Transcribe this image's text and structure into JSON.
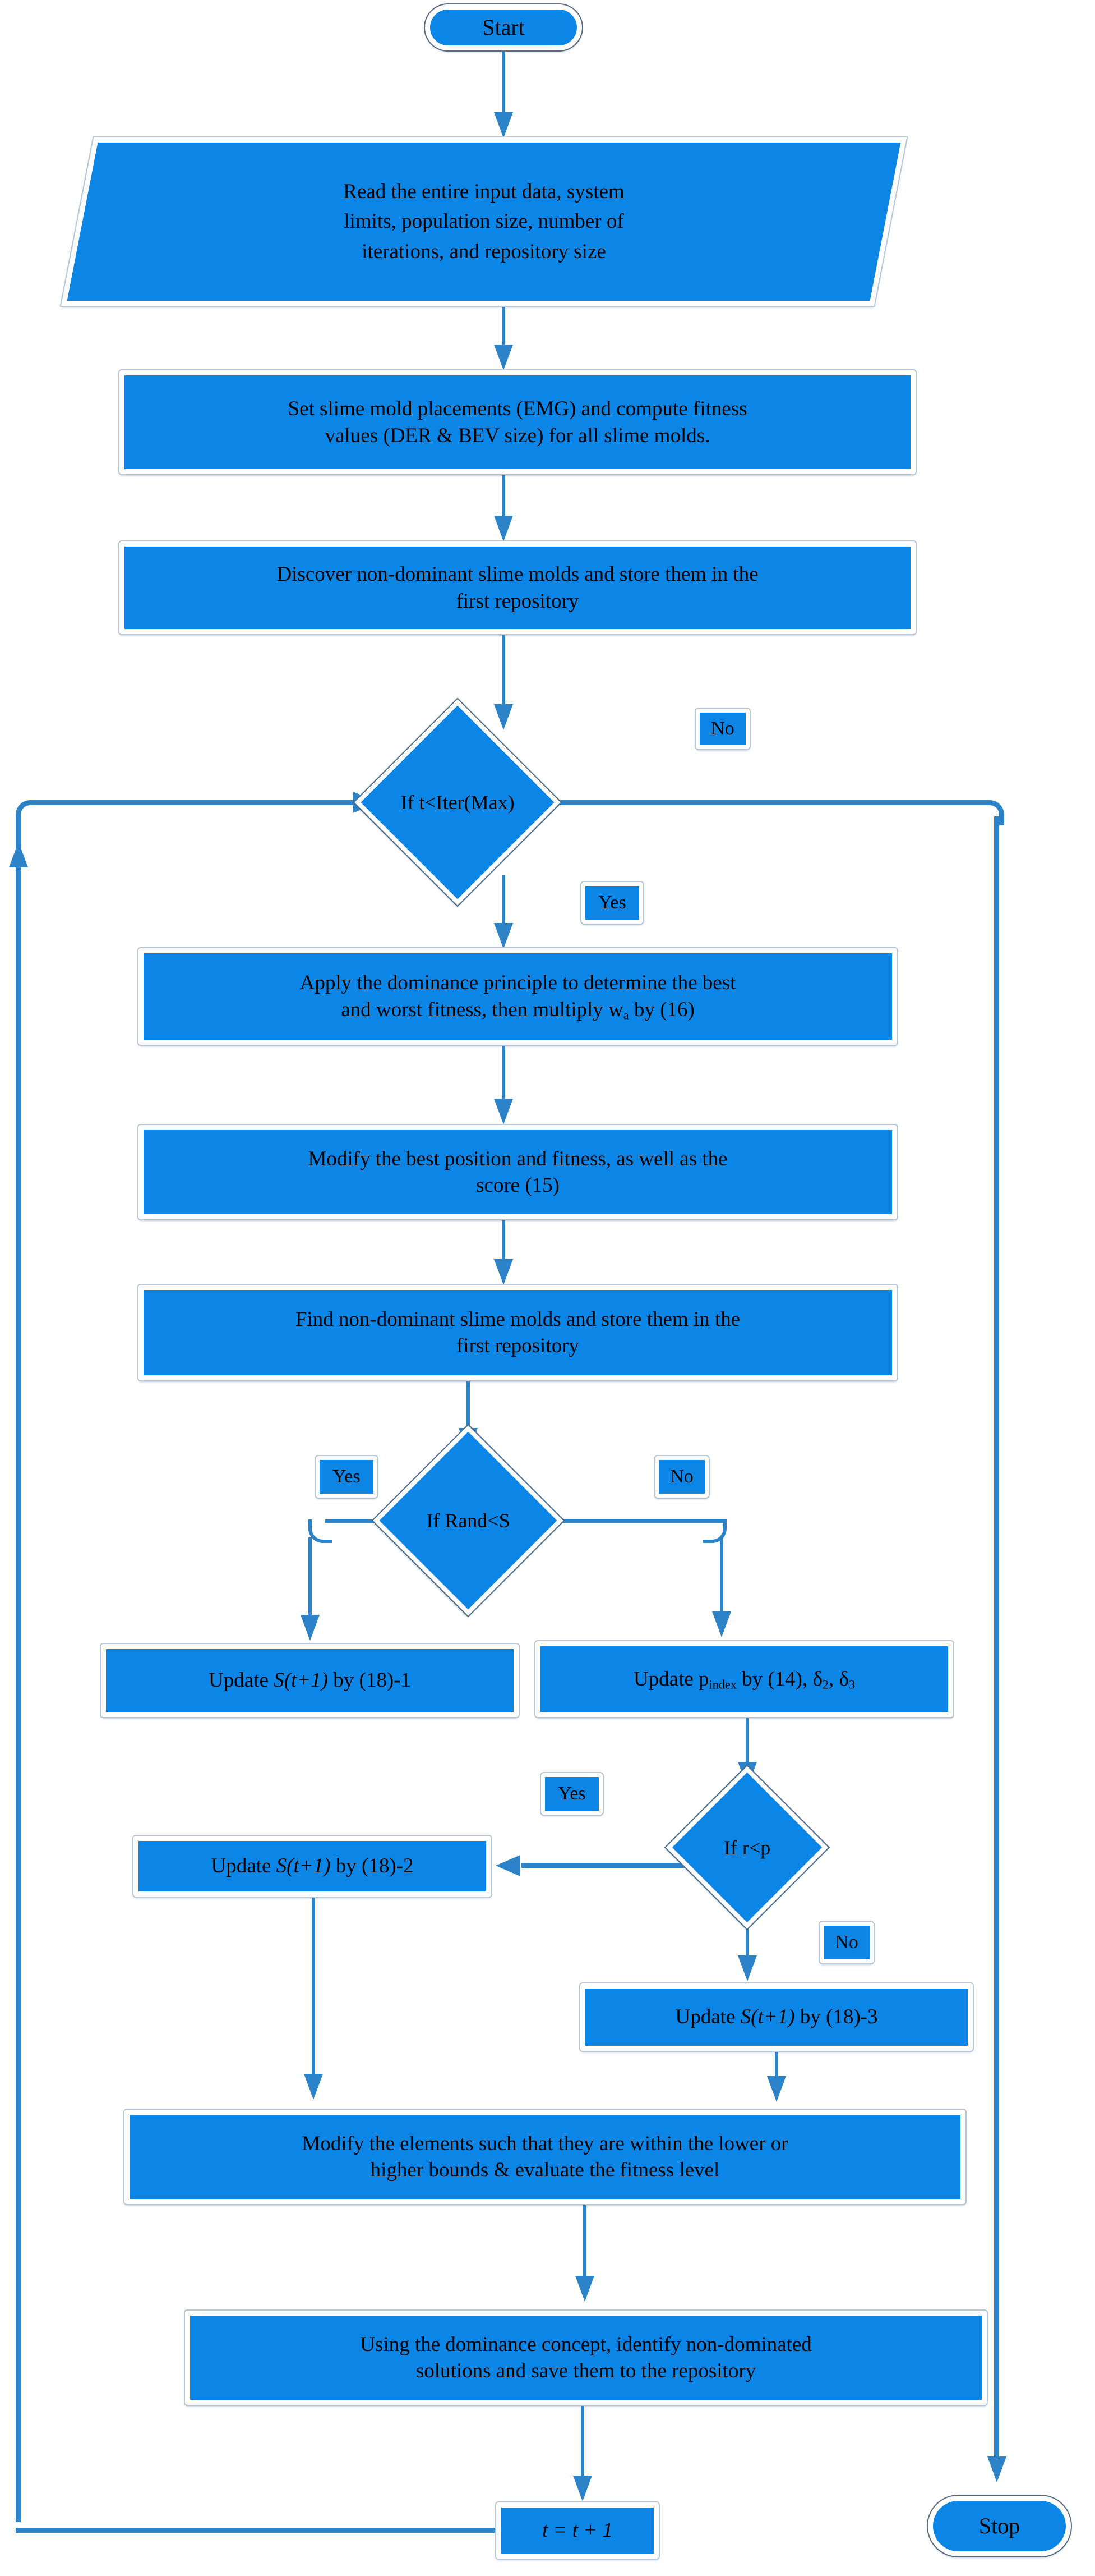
{
  "title": "Multi-objective Slime Mould Algorithm Flowchart",
  "colors": {
    "node_fill": "#0b86e6",
    "connector": "#2c83c8",
    "node_border": "#ffffff",
    "outer_frame": "#b9c6d6",
    "background": "#ffffff",
    "text": "#000000"
  },
  "nodes": {
    "start": {
      "label": "Start",
      "shape": "terminator"
    },
    "read_input": {
      "shape": "data",
      "lines": [
        "Read the entire input data, system",
        "limits, population size, number of",
        "iterations, and repository size"
      ]
    },
    "set_placements": {
      "shape": "process",
      "lines": [
        "Set slime mold placements (EMG) and compute fitness",
        "values (DER & BEV size) for all slime molds."
      ]
    },
    "discover_nondominant": {
      "shape": "process",
      "lines": [
        "Discover non-dominant slime molds and store them in the",
        "first repository"
      ]
    },
    "if_iter": {
      "shape": "decision",
      "label": "If t<Iter(Max)"
    },
    "apply_dominance": {
      "shape": "process",
      "lines": [
        "Apply the dominance principle to determine the best",
        "and worst fitness, then multiply w",
        "a",
        " by (16)"
      ],
      "line1": "Apply the dominance principle to determine the best",
      "line2_pre": "and worst fitness, then multiply w",
      "line2_sub": "a",
      "line2_post": " by (16)"
    },
    "modify_best": {
      "shape": "process",
      "lines": [
        "Modify the best position and fitness, as well as the",
        "score (15)"
      ]
    },
    "find_nondominant": {
      "shape": "process",
      "lines": [
        "Find non-dominant slime molds and store them in the",
        "first repository"
      ]
    },
    "if_rand": {
      "shape": "decision",
      "label": "If Rand<S"
    },
    "update_18_1": {
      "shape": "process",
      "pre": "Update ",
      "italic": "S(t+1)",
      "post": " by (18)-1"
    },
    "update_pindex": {
      "shape": "process",
      "pre": "Update p",
      "sub": "index",
      "post": " by (14), δ",
      "sub2": "2",
      "post2": ", δ",
      "sub3": "3"
    },
    "if_r_lt_p": {
      "shape": "decision",
      "label": "If r<p"
    },
    "update_18_2": {
      "shape": "process",
      "pre": "Update ",
      "italic": "S(t+1)",
      "post": " by (18)-2"
    },
    "update_18_3": {
      "shape": "process",
      "pre": "Update ",
      "italic": "S(t+1)",
      "post": " by (18)-3"
    },
    "modify_elements": {
      "shape": "process",
      "lines": [
        "Modify the elements such that they are within the lower or",
        "higher bounds & evaluate the fitness level"
      ]
    },
    "identify_nondominated": {
      "shape": "process",
      "lines": [
        "Using the dominance concept, identify non-dominated",
        "solutions and save them to the repository"
      ]
    },
    "increment_t": {
      "shape": "process",
      "label": "t = t + 1"
    },
    "stop": {
      "label": "Stop",
      "shape": "terminator"
    }
  },
  "edge_labels": {
    "iter_no": "No",
    "iter_yes": "Yes",
    "rand_yes": "Yes",
    "rand_no": "No",
    "rp_yes": "Yes",
    "rp_no": "No"
  }
}
